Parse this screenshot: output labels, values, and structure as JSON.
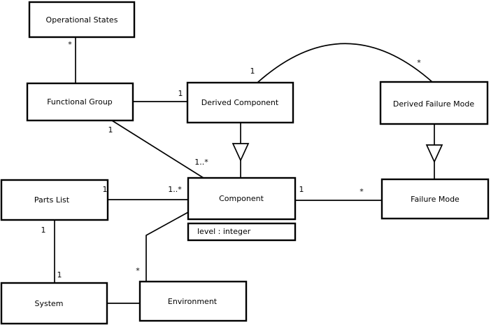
{
  "diagram": {
    "type": "uml-class-diagram"
  },
  "nodes": {
    "operational_states": {
      "label": "Operational States"
    },
    "functional_group": {
      "label": "Functional Group"
    },
    "derived_component": {
      "label": "Derived Component"
    },
    "derived_failure_mode": {
      "label": "Derived Failure Mode"
    },
    "parts_list": {
      "label": "Parts List"
    },
    "component": {
      "label": "Component",
      "attribute": "level : integer"
    },
    "failure_mode": {
      "label": "Failure Mode"
    },
    "system": {
      "label": "System"
    },
    "environment": {
      "label": "Environment"
    }
  },
  "edges": [
    {
      "from": "Operational States",
      "to": "Functional Group",
      "type": "association",
      "multiplicity_from": "*"
    },
    {
      "from": "Functional Group",
      "to": "Derived Component",
      "type": "association",
      "multiplicity_to": "1"
    },
    {
      "from": "Functional Group",
      "to": "Component",
      "type": "association",
      "multiplicity_from": "1",
      "multiplicity_to": "1..*"
    },
    {
      "from": "Derived Component",
      "to": "Derived Failure Mode",
      "type": "association-arc",
      "multiplicity_from": "1",
      "multiplicity_to": "*"
    },
    {
      "from": "Derived Component",
      "to": "Component",
      "type": "generalization"
    },
    {
      "from": "Derived Failure Mode",
      "to": "Failure Mode",
      "type": "generalization"
    },
    {
      "from": "Parts List",
      "to": "Component",
      "type": "association",
      "multiplicity_from": "1",
      "multiplicity_to": "1..*"
    },
    {
      "from": "Component",
      "to": "Failure Mode",
      "type": "association",
      "multiplicity_from": "1",
      "multiplicity_to": "*"
    },
    {
      "from": "Parts List",
      "to": "System",
      "type": "association",
      "multiplicity_from": "1",
      "multiplicity_to": "1"
    },
    {
      "from": "Component",
      "to": "Environment",
      "type": "association",
      "multiplicity_to": "*"
    },
    {
      "from": "System",
      "to": "Environment",
      "type": "association"
    }
  ],
  "colors": {
    "background": "#ffffff",
    "box_fill": "#ffffff",
    "stroke": "#000000",
    "text": "#000000"
  }
}
